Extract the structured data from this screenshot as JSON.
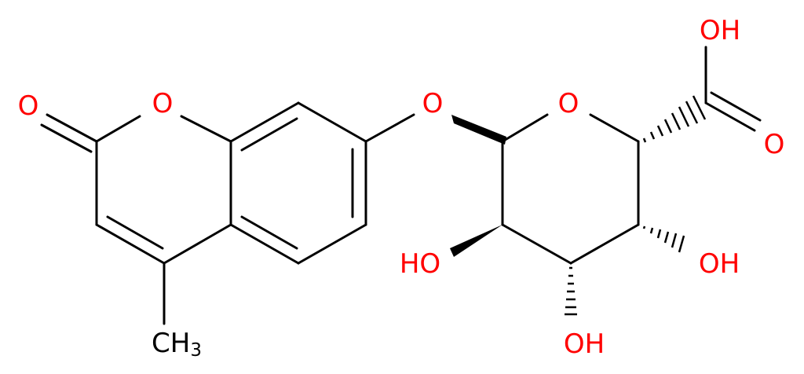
{
  "colors": {
    "oxygen": "#ff0000",
    "carbon": "#000000",
    "background": "#ffffff"
  },
  "labels": {
    "o_carbonyl": "O",
    "o_ring1": "O",
    "o_ether": "O",
    "o_ring2": "O",
    "oh_acid": "OH",
    "o_acid": "O",
    "oh_left": "HO",
    "oh_right": "OH",
    "oh_bottom": "OH",
    "methyl_main": "CH",
    "methyl_sub": "3"
  }
}
